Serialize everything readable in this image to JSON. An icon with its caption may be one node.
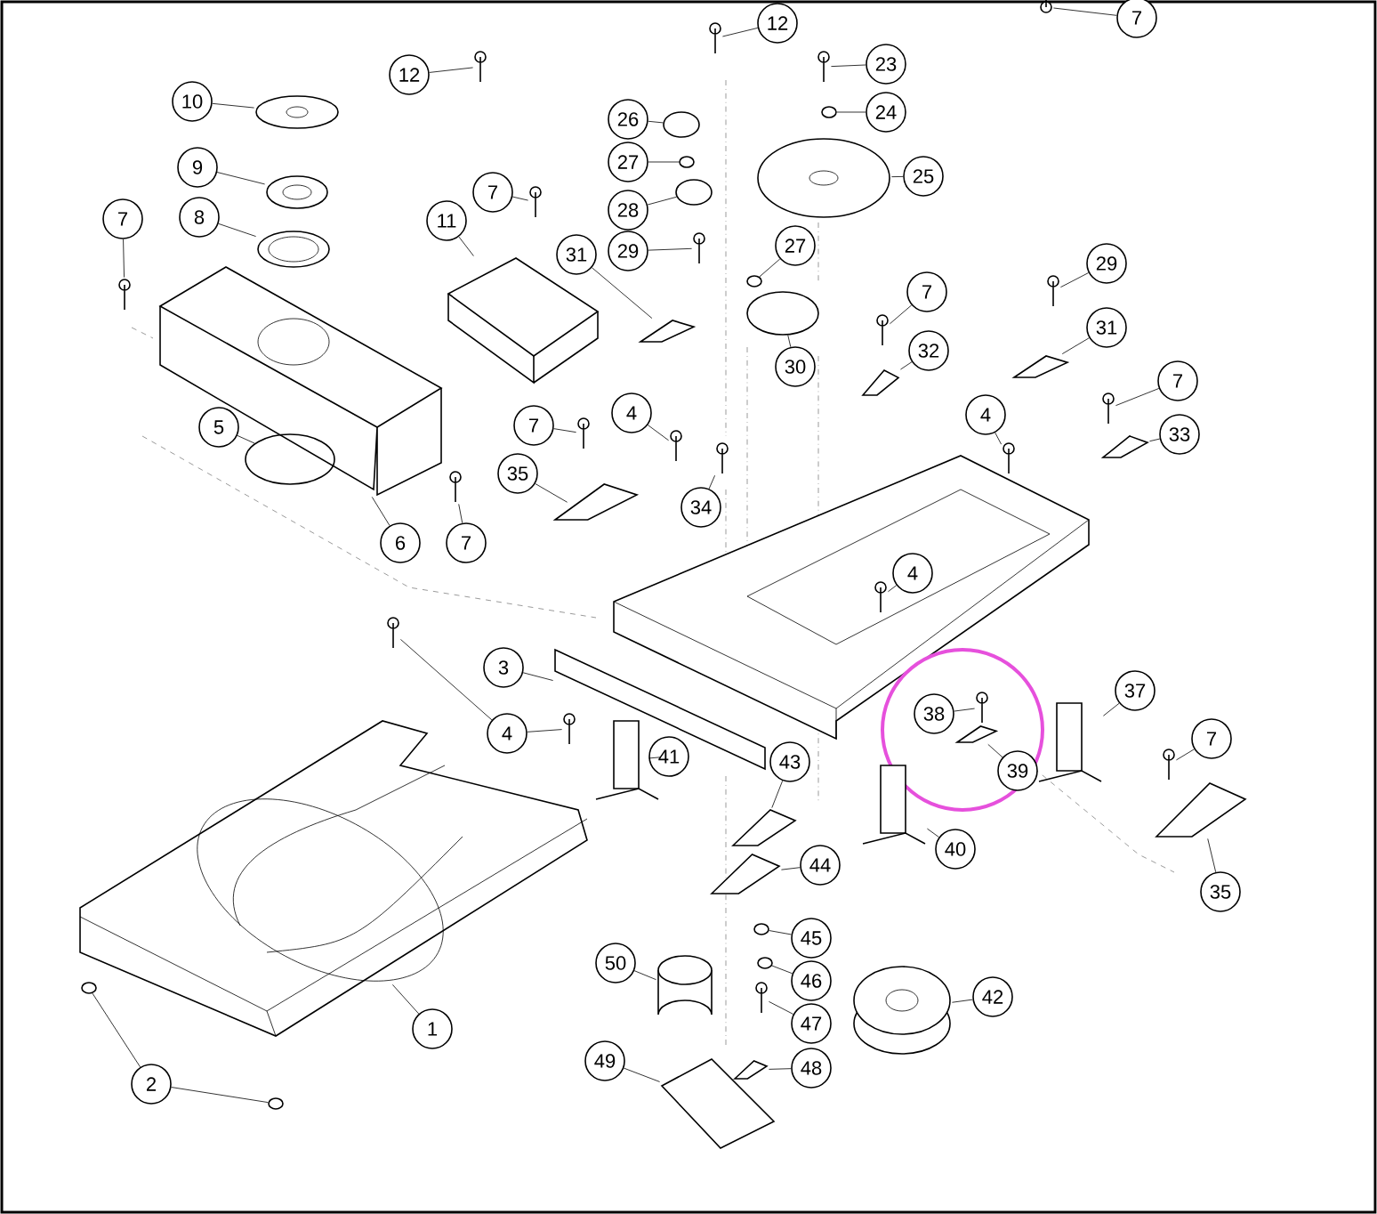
{
  "diagram": {
    "nodes": [
      {
        "text": [
          "12"
        ]
      },
      {
        "text": [
          "12"
        ]
      },
      {
        "text": [
          "7"
        ]
      },
      {
        "text": [
          "10"
        ]
      },
      {
        "text": [
          "9"
        ]
      },
      {
        "text": [
          "8"
        ]
      },
      {
        "text": [
          "7"
        ]
      },
      {
        "text": [
          "11"
        ]
      },
      {
        "text": [
          "7"
        ]
      },
      {
        "text": [
          "31"
        ]
      },
      {
        "text": [
          "26"
        ]
      },
      {
        "text": [
          "27"
        ]
      },
      {
        "text": [
          "28"
        ]
      },
      {
        "text": [
          "29"
        ]
      },
      {
        "text": [
          "23"
        ]
      },
      {
        "text": [
          "24"
        ]
      },
      {
        "text": [
          "25"
        ]
      },
      {
        "text": [
          "27"
        ]
      },
      {
        "text": [
          "30"
        ]
      },
      {
        "text": [
          "7"
        ]
      },
      {
        "text": [
          "32"
        ]
      },
      {
        "text": [
          "29"
        ]
      },
      {
        "text": [
          "31"
        ]
      },
      {
        "text": [
          "7"
        ]
      },
      {
        "text": [
          "33"
        ]
      },
      {
        "text": [
          "4"
        ]
      },
      {
        "text": [
          "4"
        ]
      },
      {
        "text": [
          "7"
        ]
      },
      {
        "text": [
          "35"
        ]
      },
      {
        "text": [
          "34"
        ]
      },
      {
        "text": [
          "5"
        ]
      },
      {
        "text": [
          "6"
        ]
      },
      {
        "text": [
          "7"
        ]
      },
      {
        "text": [
          "4"
        ]
      },
      {
        "text": [
          "3"
        ]
      },
      {
        "text": [
          "4"
        ]
      },
      {
        "text": [
          "41"
        ]
      },
      {
        "text": [
          "43"
        ]
      },
      {
        "text": [
          "40"
        ]
      },
      {
        "text": [
          "37"
        ]
      },
      {
        "text": [
          "38"
        ]
      },
      {
        "text": [
          "39"
        ]
      },
      {
        "text": [
          "7"
        ]
      },
      {
        "text": [
          "35"
        ]
      },
      {
        "text": [
          "44"
        ]
      },
      {
        "text": [
          "45"
        ]
      },
      {
        "text": [
          "46"
        ]
      },
      {
        "text": [
          "47"
        ]
      },
      {
        "text": [
          "48"
        ]
      },
      {
        "text": [
          "50"
        ]
      },
      {
        "text": [
          "42"
        ]
      },
      {
        "text": [
          "1"
        ]
      },
      {
        "text": [
          "49"
        ]
      },
      {
        "text": [
          "2"
        ]
      },
      {
        "text": [],
        "shape": "picture"
      },
      {
        "text": [],
        "shape": "picture"
      },
      {
        "text": [],
        "shape": "picture"
      },
      {
        "text": [],
        "shape": "picture"
      },
      {
        "text": [],
        "shape": "picture"
      },
      {
        "text": [],
        "shape": "picture"
      },
      {
        "text": [],
        "shape": "picture"
      },
      {
        "text": [],
        "shape": "picture"
      },
      {
        "text": [],
        "shape": "picture"
      },
      {
        "text": [],
        "shape": "picture"
      },
      {
        "text": [],
        "shape": "circle"
      },
      {
        "text": [],
        "shape": "circle"
      },
      {
        "text": [],
        "shape": "circle"
      },
      {
        "text": [],
        "shape": "picture"
      },
      {
        "text": [],
        "shape": "picture"
      },
      {
        "text": [],
        "shape": "circle"
      },
      {
        "text": [],
        "shape": "picture"
      },
      {
        "text": [],
        "shape": "circle"
      },
      {
        "text": [],
        "shape": "circle"
      },
      {
        "text": [],
        "shape": "picture"
      },
      {
        "text": [],
        "shape": "picture"
      },
      {
        "text": [],
        "shape": "picture"
      },
      {
        "text": [],
        "shape": "picture"
      },
      {
        "text": [],
        "shape": "picture"
      },
      {
        "text": [],
        "shape": "picture"
      },
      {
        "text": [],
        "shape": "picture"
      },
      {
        "text": [],
        "shape": "picture"
      },
      {
        "text": [],
        "shape": "picture"
      },
      {
        "text": [],
        "shape": "picture"
      },
      {
        "text": [],
        "shape": "picture"
      },
      {
        "text": [],
        "shape": "circle"
      },
      {
        "text": [],
        "shape": "picture"
      },
      {
        "text": [],
        "shape": "picture"
      },
      {
        "text": [],
        "shape": "picture"
      },
      {
        "text": [],
        "shape": "picture"
      },
      {
        "text": [],
        "shape": "picture"
      },
      {
        "text": [],
        "shape": "picture"
      },
      {
        "text": [],
        "shape": "picture"
      },
      {
        "text": [],
        "shape": "picture"
      },
      {
        "text": [],
        "shape": "picture"
      },
      {
        "text": [],
        "shape": "picture"
      },
      {
        "text": [],
        "shape": "picture"
      },
      {
        "text": [],
        "shape": "picture"
      },
      {
        "text": [],
        "shape": "picture"
      },
      {
        "text": [],
        "shape": "picture"
      },
      {
        "text": [],
        "shape": "picture"
      },
      {
        "text": [],
        "shape": "circle"
      },
      {
        "text": [],
        "shape": "circle"
      },
      {
        "text": [],
        "shape": "picture"
      },
      {
        "text": [],
        "shape": "picture"
      },
      {
        "text": [],
        "shape": "picture"
      },
      {
        "text": [],
        "shape": "picture"
      },
      {
        "text": [],
        "shape": "picture"
      },
      {
        "text": [],
        "shape": "picture"
      },
      {
        "text": [],
        "shape": "circle"
      },
      {
        "text": [],
        "shape": "circle"
      }
    ],
    "edges": [
      {
        "from": 0,
        "to": 54,
        "arrow": "none"
      },
      {
        "from": 1,
        "to": 55,
        "arrow": "none"
      },
      {
        "from": 2,
        "to": 56,
        "arrow": "none"
      },
      {
        "from": 3,
        "to": 57,
        "arrow": "none"
      },
      {
        "from": 4,
        "to": 58,
        "arrow": "none"
      },
      {
        "from": 5,
        "to": 59,
        "arrow": "none"
      },
      {
        "from": 6,
        "to": 60,
        "arrow": "none"
      },
      {
        "from": 7,
        "to": 61,
        "arrow": "none"
      },
      {
        "from": 8,
        "to": 62,
        "arrow": "none"
      },
      {
        "from": 9,
        "to": 63,
        "arrow": "none"
      },
      {
        "from": 10,
        "to": 64,
        "arrow": "none"
      },
      {
        "from": 11,
        "to": 65,
        "arrow": "none"
      },
      {
        "from": 12,
        "to": 66,
        "arrow": "none"
      },
      {
        "from": 13,
        "to": 67,
        "arrow": "none"
      },
      {
        "from": 14,
        "to": 68,
        "arrow": "none"
      },
      {
        "from": 15,
        "to": 69,
        "arrow": "none"
      },
      {
        "from": 16,
        "to": 70,
        "arrow": "none"
      },
      {
        "from": 17,
        "to": 71,
        "arrow": "none"
      },
      {
        "from": 18,
        "to": 72,
        "arrow": "none"
      },
      {
        "from": 19,
        "to": 73,
        "arrow": "none"
      },
      {
        "from": 20,
        "to": 74,
        "arrow": "none"
      },
      {
        "from": 21,
        "to": 75,
        "arrow": "none"
      },
      {
        "from": 22,
        "to": 76,
        "arrow": "none"
      },
      {
        "from": 23,
        "to": 77,
        "arrow": "none"
      },
      {
        "from": 24,
        "to": 78,
        "arrow": "none"
      },
      {
        "from": 25,
        "to": 79,
        "arrow": "none"
      },
      {
        "from": 26,
        "to": 80,
        "arrow": "none"
      },
      {
        "from": 27,
        "to": 81,
        "arrow": "none"
      },
      {
        "from": 28,
        "to": 82,
        "arrow": "none"
      },
      {
        "from": 29,
        "to": 83,
        "arrow": "none"
      },
      {
        "from": 30,
        "to": 84,
        "arrow": "none"
      },
      {
        "from": 31,
        "to": 85,
        "arrow": "none"
      },
      {
        "from": 32,
        "to": 86,
        "arrow": "none"
      },
      {
        "from": 33,
        "to": 87,
        "arrow": "none"
      },
      {
        "from": 34,
        "to": 88,
        "arrow": "none"
      },
      {
        "from": 35,
        "to": 89,
        "arrow": "none"
      },
      {
        "from": 35,
        "to": 90,
        "arrow": "none"
      },
      {
        "from": 36,
        "to": 91,
        "arrow": "none"
      },
      {
        "from": 37,
        "to": 92,
        "arrow": "none"
      },
      {
        "from": 38,
        "to": 93,
        "arrow": "none"
      },
      {
        "from": 39,
        "to": 94,
        "arrow": "none"
      },
      {
        "from": 40,
        "to": 95,
        "arrow": "none"
      },
      {
        "from": 41,
        "to": 96,
        "arrow": "none"
      },
      {
        "from": 42,
        "to": 97,
        "arrow": "none"
      },
      {
        "from": 43,
        "to": 98,
        "arrow": "none"
      },
      {
        "from": 44,
        "to": 99,
        "arrow": "none"
      },
      {
        "from": 45,
        "to": 100,
        "arrow": "none"
      },
      {
        "from": 46,
        "to": 101,
        "arrow": "none"
      },
      {
        "from": 47,
        "to": 102,
        "arrow": "none"
      },
      {
        "from": 48,
        "to": 103,
        "arrow": "none"
      },
      {
        "from": 49,
        "to": 104,
        "arrow": "none"
      },
      {
        "from": 50,
        "to": 105,
        "arrow": "none"
      },
      {
        "from": 51,
        "to": 106,
        "arrow": "none"
      },
      {
        "from": 52,
        "to": 107,
        "arrow": "none"
      },
      {
        "from": 53,
        "to": 108,
        "arrow": "none"
      },
      {
        "from": 53,
        "to": 109,
        "arrow": "none"
      }
    ]
  }
}
